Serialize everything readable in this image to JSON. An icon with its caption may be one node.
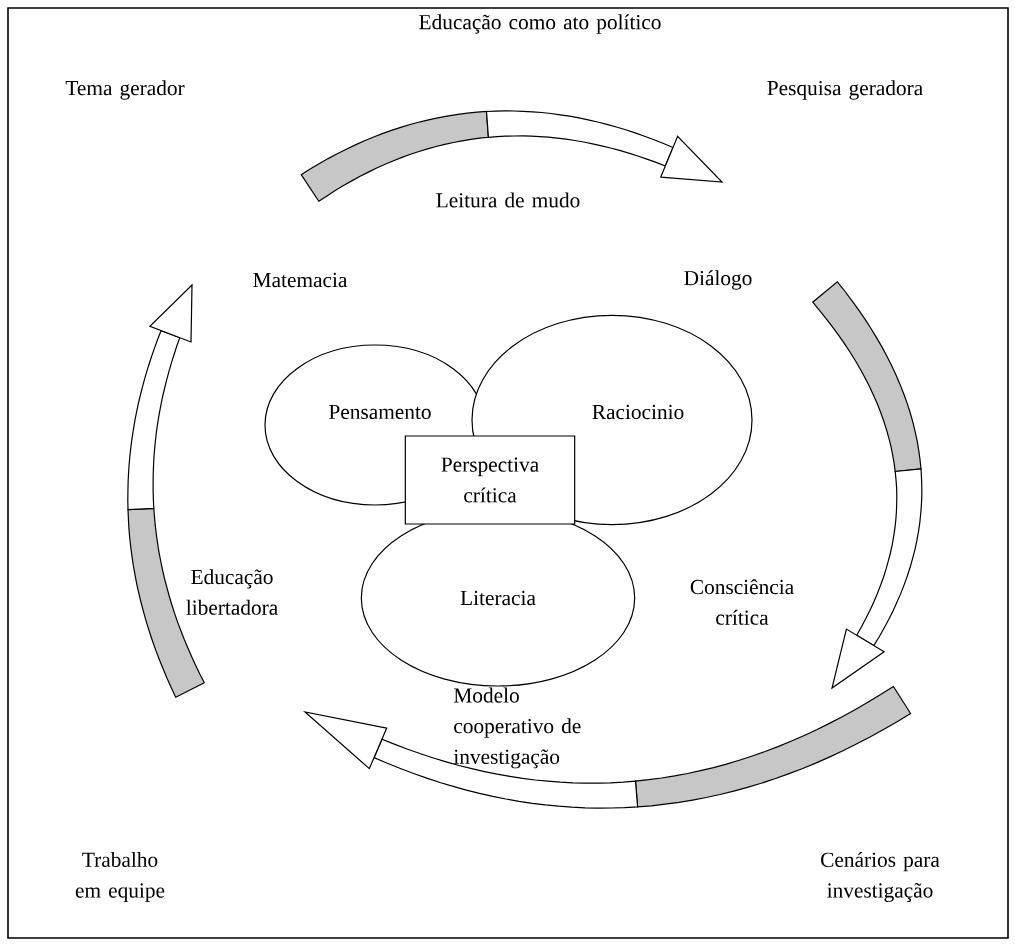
{
  "diagram": {
    "nodes": [
      {
        "text": [
          "Pensamento"
        ]
      },
      {
        "text": [
          "Raciocinio"
        ]
      },
      {
        "text": [
          "Literacia"
        ]
      },
      {
        "text": [
          "Perspectiva crítica"
        ]
      }
    ],
    "labels": [
      "Educação como ato político",
      "Tema gerador",
      "Pesquisa geradora",
      "Leitura de mudo",
      "Matemacia",
      "Diálogo",
      "Educação libertadora",
      "Consciência crítica",
      "Modelo cooperativo de investigação",
      "Trabalho em equipe",
      "Cenários para investigação"
    ]
  }
}
